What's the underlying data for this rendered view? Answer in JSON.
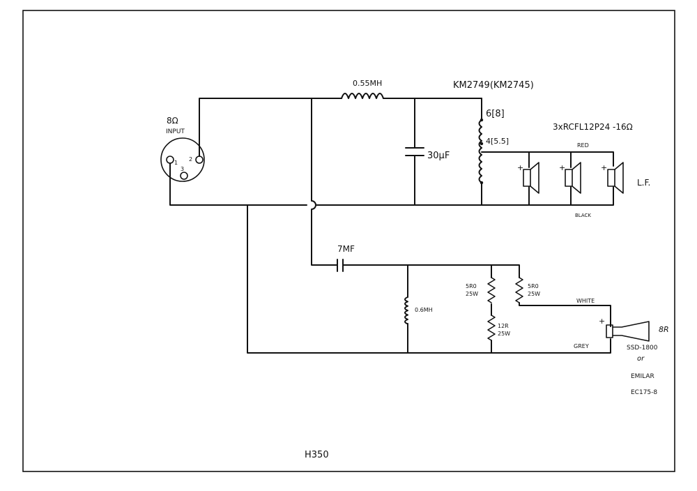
{
  "drawing_id": "H350",
  "input": {
    "impedance": "8Ω",
    "label": "INPUT",
    "pins": [
      "1",
      "2",
      "3"
    ]
  },
  "lf_section": {
    "inductor": "0.55MH",
    "capacitor": "30μF",
    "autotransformer": "KM2749(KM2745)",
    "tap_high": "6[8]",
    "tap_low": "4[5.5]",
    "drivers": "3xRCFL12P24 -16Ω",
    "wire_positive": "RED",
    "wire_negative": "BLACK",
    "driver_label": "L.F.",
    "polarity": "+"
  },
  "hf_section": {
    "capacitor": "7MF",
    "inductor": "0.6MH",
    "resistor_series": "5R0\n25W",
    "resistor_top": "5R0\n25W",
    "resistor_shunt": "12R\n25W",
    "wire_positive": "WHITE",
    "wire_negative": "GREY",
    "driver_impedance": "8R",
    "driver": "SSD-1800",
    "driver_or": "or",
    "driver_alt": "EMILAR",
    "driver_alt_model": "EC175-8",
    "polarity": "+"
  }
}
